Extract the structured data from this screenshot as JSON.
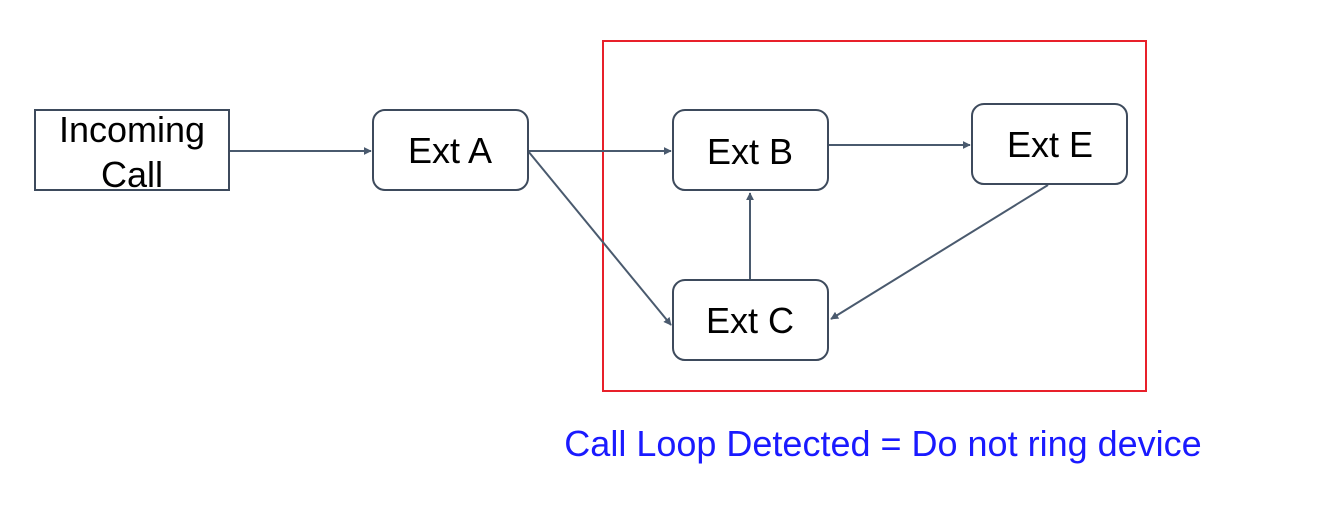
{
  "diagram": {
    "nodes": [
      {
        "id": "incoming",
        "lines": [
          "Incoming",
          "Call"
        ]
      },
      {
        "id": "ext-a",
        "lines": [
          "Ext A"
        ]
      },
      {
        "id": "ext-b",
        "lines": [
          "Ext B"
        ]
      },
      {
        "id": "ext-e",
        "lines": [
          "Ext E"
        ]
      },
      {
        "id": "ext-c",
        "lines": [
          "Ext C"
        ]
      }
    ],
    "edges": [
      {
        "from": "incoming",
        "to": "ext-a"
      },
      {
        "from": "ext-a",
        "to": "ext-b"
      },
      {
        "from": "ext-a",
        "to": "ext-c"
      },
      {
        "from": "ext-b",
        "to": "ext-e"
      },
      {
        "from": "ext-e",
        "to": "ext-c"
      },
      {
        "from": "ext-c",
        "to": "ext-b"
      }
    ],
    "note": "Call Loop Detected = Do not ring device",
    "colors": {
      "box_stroke": "#3d4a5c",
      "arrow": "#4a5a6e",
      "loop_box": "#e8202a",
      "note": "#1a1aff"
    }
  }
}
